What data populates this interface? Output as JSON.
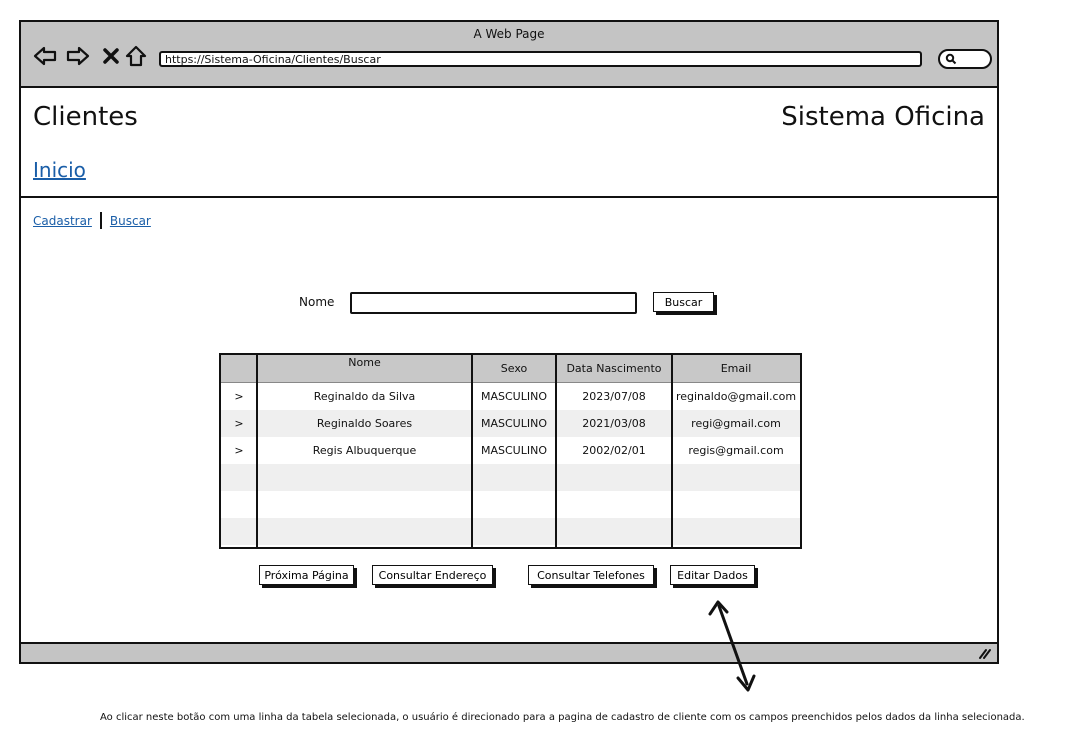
{
  "window": {
    "title": "A Web Page",
    "url": "https://Sistema-Oficina/Clientes/Buscar"
  },
  "header": {
    "page_title": "Clientes",
    "app_name": "Sistema Oficina",
    "home_link": "Inicio"
  },
  "nav": {
    "register": "Cadastrar",
    "search": "Buscar"
  },
  "search": {
    "label": "Nome",
    "value": "",
    "button": "Buscar"
  },
  "table": {
    "columns": [
      "",
      "Nome",
      "Sexo",
      "Data Nascimento",
      "Email"
    ],
    "rows": [
      [
        ">",
        "Reginaldo da Silva",
        "MASCULINO",
        "2023/07/08",
        "reginaldo@gmail.com"
      ],
      [
        ">",
        "Reginaldo Soares",
        "MASCULINO",
        "2021/03/08",
        "regi@gmail.com"
      ],
      [
        ">",
        "Regis Albuquerque",
        "MASCULINO",
        "2002/02/01",
        "regis@gmail.com"
      ],
      [
        "",
        "",
        "",
        "",
        ""
      ],
      [
        "",
        "",
        "",
        "",
        ""
      ],
      [
        "",
        "",
        "",
        "",
        ""
      ]
    ]
  },
  "actions": {
    "next_page": "Próxima Página",
    "view_address": "Consultar Endereço",
    "view_phones": "Consultar Telefones",
    "edit_data": "Editar Dados"
  },
  "annotation": "Ao clicar neste botão com uma linha da tabela selecionada, o usuário é direcionado para a pagina de cadastro de cliente com os campos preenchidos pelos dados da linha selecionada."
}
